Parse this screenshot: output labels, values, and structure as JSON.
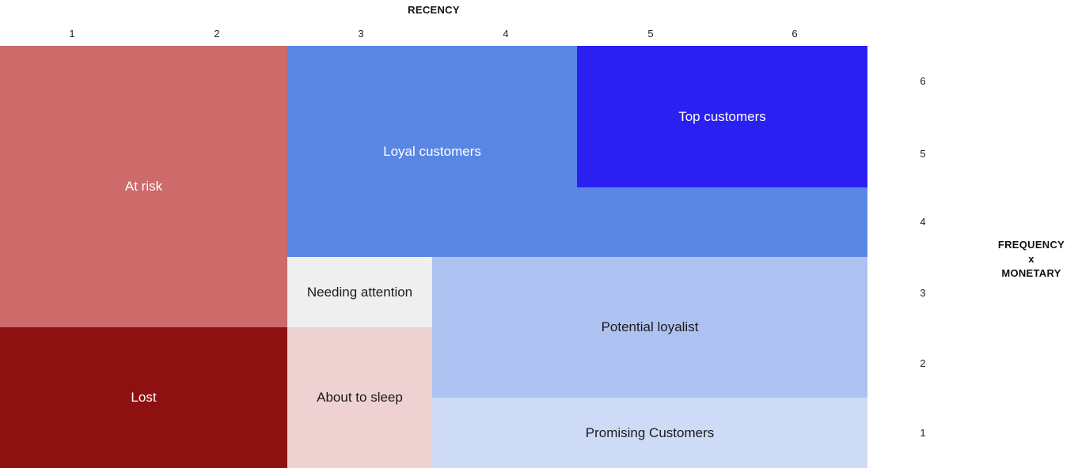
{
  "chart_data": {
    "type": "heatmap",
    "description": "RFM customer segmentation map: recency score (1-6, horizontal) vs frequency-x-monetary score (1-6, vertical), colored by segment",
    "x_axis": {
      "title": "RECENCY",
      "position": "top",
      "ticks": [
        "1",
        "2",
        "3",
        "4",
        "5",
        "6"
      ],
      "range": [
        1,
        6
      ]
    },
    "y_axis": {
      "title": "FREQUENCY x MONETARY",
      "title_lines": [
        "FREQUENCY",
        "x",
        "MONETARY"
      ],
      "position": "right",
      "ticks_top_to_bottom": [
        "6",
        "5",
        "4",
        "3",
        "2",
        "1"
      ],
      "range": [
        1,
        6
      ]
    },
    "grid": false,
    "segments": [
      {
        "label": "At risk",
        "recency_range": [
          1,
          2
        ],
        "freq_monetary_range": [
          3,
          6
        ],
        "color": "#CD6A6A",
        "text_color": "#FFFFFF"
      },
      {
        "label": "Lost",
        "recency_range": [
          1,
          2
        ],
        "freq_monetary_range": [
          1,
          2
        ],
        "color": "#8E1112",
        "text_color": "#FFFFFF"
      },
      {
        "label": "Loyal customers",
        "recency_range": [
          3,
          6
        ],
        "freq_monetary_range": [
          4,
          6
        ],
        "color": "#5A86E3",
        "text_color": "#FFFFFF"
      },
      {
        "label": "Top customers",
        "recency_range": [
          5,
          6
        ],
        "freq_monetary_range": [
          5,
          6
        ],
        "color": "#2B20F2",
        "text_color": "#FFFFFF"
      },
      {
        "label": "Needing attention",
        "recency_range": [
          3,
          3
        ],
        "freq_monetary_range": [
          3,
          3
        ],
        "color": "#EFEFEF",
        "text_color": "#1A1A1A"
      },
      {
        "label": "About to sleep",
        "recency_range": [
          3,
          3
        ],
        "freq_monetary_range": [
          1,
          2
        ],
        "color": "#EED2D2",
        "text_color": "#1A1A1A"
      },
      {
        "label": "Potential loyalist",
        "recency_range": [
          4,
          6
        ],
        "freq_monetary_range": [
          2,
          3
        ],
        "color": "#ADC2F0",
        "text_color": "#1A1A1A"
      },
      {
        "label": "Promising Customers",
        "recency_range": [
          4,
          6
        ],
        "freq_monetary_range": [
          1,
          1
        ],
        "color": "#CEDBF7",
        "text_color": "#1A1A1A"
      }
    ]
  }
}
